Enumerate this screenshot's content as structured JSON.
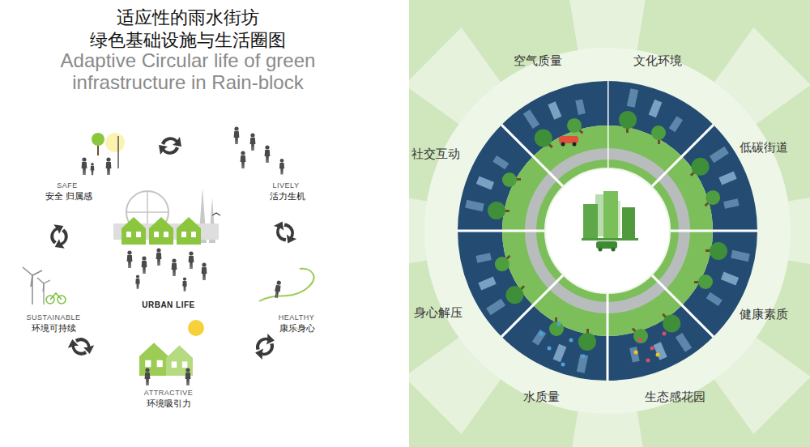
{
  "diagram": {
    "title": "适应性的雨水街坊 绿色基础设施与生活圈图",
    "labels": [
      "Adaptive Circular life of green infrastructure in Rain-block",
      "SAFE",
      "安全 归属感",
      "LIVELY",
      "活力生机",
      "URBAN LIFE",
      "SUSTAINABLE",
      "环境可持续",
      "HEALTHY",
      "康乐身心",
      "ATTRACTIVE",
      "环境吸引力",
      "空气质量",
      "文化环境",
      "社交互动",
      "低碳街道",
      "身心解压",
      "健康素质",
      "水质量",
      "生态感花园"
    ]
  }
}
